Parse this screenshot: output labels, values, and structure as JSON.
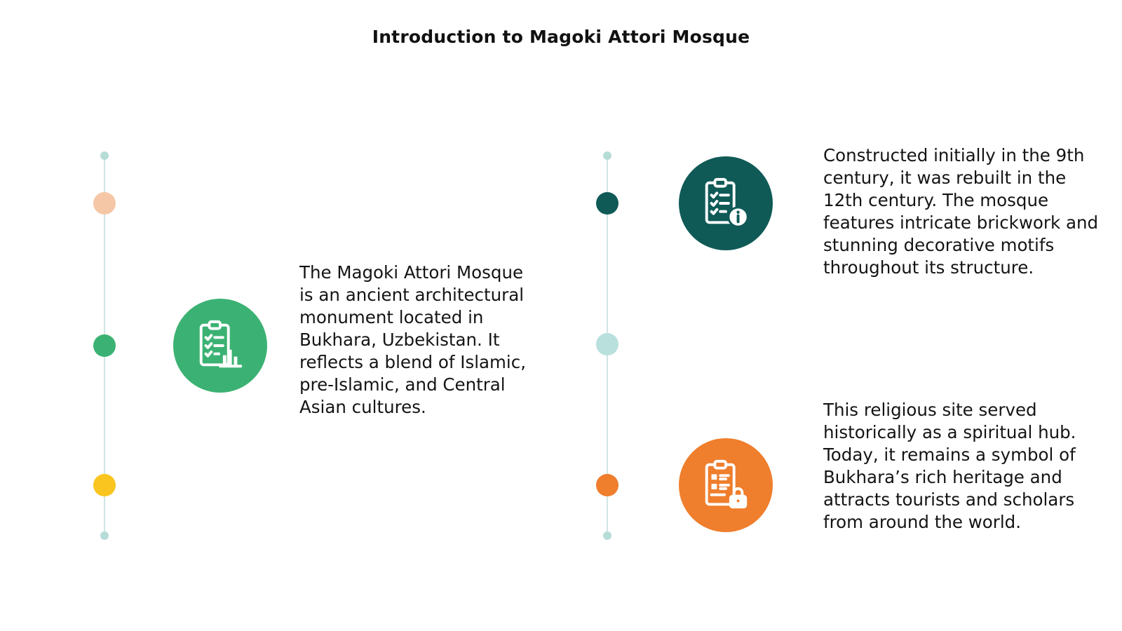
{
  "title": "Introduction to Magoki Attori Mosque",
  "colors": {
    "green": "#3bb273",
    "teal": "#0f5a57",
    "orange": "#ef7e2d",
    "peach": "#f6c7a6",
    "yellow": "#f9c51e",
    "mint": "#b9e0dc",
    "line": "#cfe6e4"
  },
  "items": [
    {
      "icon": "clipboard-chart-icon",
      "color": "#3bb273",
      "text": "The Magoki Attori Mosque is an ancient architectural monument located in Bukhara, Uzbekistan. It reflects a blend of Islamic, pre-Islamic, and Central Asian cultures."
    },
    {
      "icon": "clipboard-info-icon",
      "color": "#0f5a57",
      "text": "Constructed initially in the 9th century, it was rebuilt in the 12th century. The mosque features intricate brickwork and stunning decorative motifs throughout its structure."
    },
    {
      "icon": "clipboard-lock-icon",
      "color": "#ef7e2d",
      "text": "This religious site served historically as a spiritual hub. Today, it remains a symbol of Bukhara’s rich heritage and attracts tourists and scholars from around the world."
    }
  ]
}
